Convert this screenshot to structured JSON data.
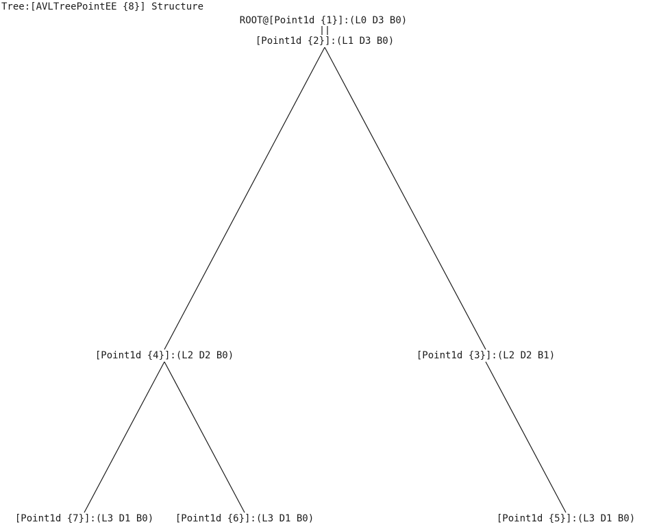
{
  "title": "Tree:[AVLTreePointEE {8}] Structure",
  "nodes": [
    {
      "id": "root",
      "label": "ROOT@[Point1d {1}]:(L0 D3 B0)"
    },
    {
      "id": "n2",
      "label": "[Point1d {2}]:(L1 D3 B0)"
    },
    {
      "id": "n4",
      "label": "[Point1d {4}]:(L2 D2 B0)"
    },
    {
      "id": "n3",
      "label": "[Point1d {3}]:(L2 D2 B1)"
    },
    {
      "id": "n7",
      "label": "[Point1d {7}]:(L3 D1 B0)"
    },
    {
      "id": "n6",
      "label": "[Point1d {6}]:(L3 D1 B0)"
    },
    {
      "id": "n5",
      "label": "[Point1d {5}]:(L3 D1 B0)"
    }
  ],
  "edges": [
    {
      "from": "root",
      "to": "n2"
    },
    {
      "from": "n2",
      "to": "n4"
    },
    {
      "from": "n2",
      "to": "n3"
    },
    {
      "from": "n4",
      "to": "n7"
    },
    {
      "from": "n4",
      "to": "n6"
    },
    {
      "from": "n3",
      "to": "n5"
    }
  ]
}
